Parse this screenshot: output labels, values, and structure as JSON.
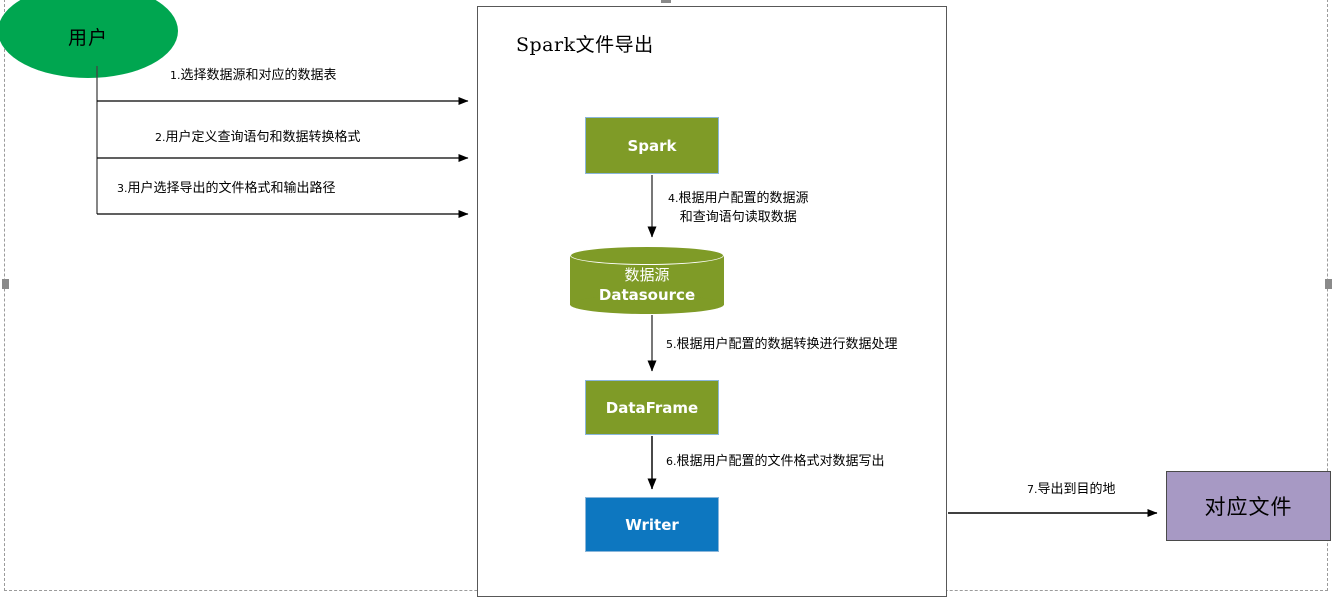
{
  "diagram": {
    "actor": {
      "name": "用户",
      "shape": "ellipse",
      "color": "#00a650"
    },
    "boundary": {
      "title": "Spark文件导出",
      "border_color": "#585858"
    },
    "nodes": [
      {
        "id": "spark",
        "label": "Spark",
        "shape": "rectangle",
        "color": "#7f9b27",
        "border": "#8ab6da"
      },
      {
        "id": "datasource",
        "label_cn": "数据源",
        "label_en": "Datasource",
        "shape": "cylinder",
        "color": "#7f9b27"
      },
      {
        "id": "dataframe",
        "label": "DataFrame",
        "shape": "rectangle",
        "color": "#7f9b27",
        "border": "#8ab6da"
      },
      {
        "id": "writer",
        "label": "Writer",
        "shape": "rectangle",
        "color": "#0d77c0",
        "border": "#8ab6da"
      },
      {
        "id": "target_file",
        "label": "对应文件",
        "shape": "rectangle",
        "color": "#a799c4",
        "border": "#4a4a4a"
      }
    ],
    "edges": [
      {
        "num": "1.",
        "text": "选择数据源和对应的数据表",
        "from": "user",
        "to": "spark_boundary"
      },
      {
        "num": "2.",
        "text": "用户定义查询语句和数据转换格式",
        "from": "user",
        "to": "spark_boundary"
      },
      {
        "num": "3.",
        "text": "用户选择导出的文件格式和输出路径",
        "from": "user",
        "to": "spark_boundary"
      },
      {
        "num": "4.",
        "text_line1": "根据用户配置的数据源",
        "text_line2": "和查询语句读取数据",
        "from": "spark",
        "to": "datasource"
      },
      {
        "num": "5.",
        "text": "根据用户配置的数据转换进行数据处理",
        "from": "datasource",
        "to": "dataframe"
      },
      {
        "num": "6.",
        "text": "根据用户配置的文件格式对数据写出",
        "from": "dataframe",
        "to": "writer"
      },
      {
        "num": "7.",
        "text": "导出到目的地",
        "from": "writer",
        "to": "target_file"
      }
    ]
  }
}
